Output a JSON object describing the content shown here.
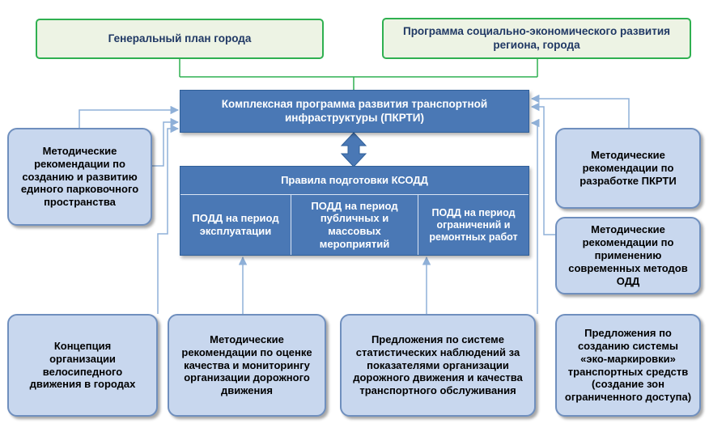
{
  "top": {
    "city_plan": "Генеральный план города",
    "socio_program": "Программа социально-экономического развития региона, города"
  },
  "center": {
    "pkrti": "Комплексная программа развития транспортной инфраструктуры  (ПКРТИ)",
    "ksodd_title": "Правила подготовки КСОДД",
    "podd_operation": "ПОДД на период эксплуатации",
    "podd_public_events": "ПОДД на период публичных и массовых мероприятий",
    "podd_restrictions": "ПОДД на период ограничений и ремонтных работ"
  },
  "left": {
    "parking": "Методические рекомендации по созданию и развитию единого парковочного пространства",
    "cycling": "Концепция организации велосипедного движения в городах"
  },
  "right": {
    "pkrti_guidelines": "Методические рекомендации по разработке ПКРТИ",
    "odd_methods": "Методические рекомендации по применению современных методов ОДД",
    "eco_marking": "Предложения по созданию системы «эко-маркировки» транспортных средств (создание зон ограниченного доступа)"
  },
  "bottom": {
    "quality_monitoring": "Методические рекомендации по оценке качества и мониторингу организации дорожного движения",
    "statistics": "Предложения по системе статистических наблюдений за показателями организации дорожного движения и качества транспортного обслуживания"
  },
  "colors": {
    "green_border": "#2fb050",
    "program_blue": "#4a78b5",
    "light_blue": "#c8d7ee",
    "connector": "#8fb0d8"
  }
}
